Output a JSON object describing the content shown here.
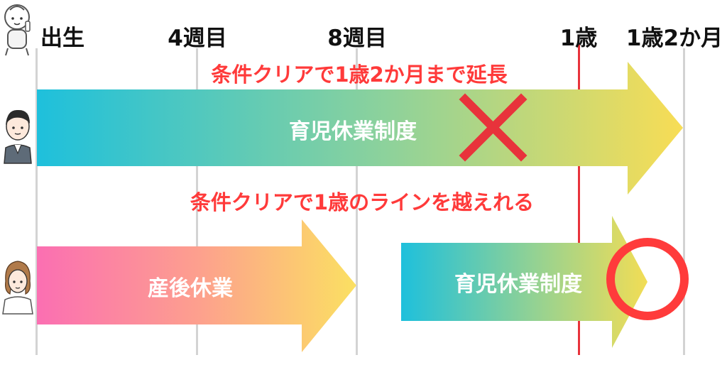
{
  "milestones": {
    "birth": "出生",
    "week4": "4週目",
    "week8": "8週目",
    "year1": "1歳",
    "year1m2": "1歳2か月"
  },
  "captions": {
    "top": "条件クリアで1歳2か月まで延長",
    "middle": "条件クリアで1歳のラインを越えれる"
  },
  "arrows": {
    "top_label": "育児休業制度",
    "bottom_left_label": "産後休業",
    "bottom_right_label": "育児休業制度"
  },
  "marks": {
    "top": "cross",
    "bottom": "circle"
  },
  "colors": {
    "accent_red": "#e8333b",
    "cyan": "#1ec0dc",
    "yellow": "#f8dd55",
    "pink": "#fb6fb2",
    "light_yellow": "#fbe062"
  }
}
